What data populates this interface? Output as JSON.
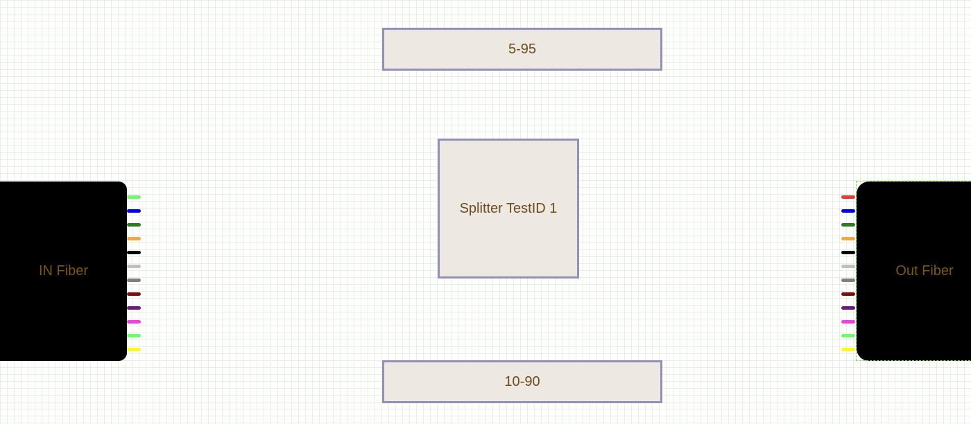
{
  "boxes": {
    "top_label": "5-95",
    "splitter_label": "Splitter TestID 1",
    "bottom_label": "10-90"
  },
  "fibers": {
    "in_label": "IN Fiber",
    "out_label": "Out Fiber",
    "in_strand_colors": [
      "#6dfa6d",
      "#0000ee",
      "#2e7a24",
      "#f0a848",
      "#000000",
      "#c0c0c0",
      "#808080",
      "#7a1010",
      "#6a1a7a",
      "#f040e0",
      "#6dfa6d",
      "#fafa20"
    ],
    "out_strand_colors": [
      "#e83a3a",
      "#0000ee",
      "#2e7a24",
      "#f0a848",
      "#000000",
      "#c0c0c0",
      "#808080",
      "#7a1010",
      "#6a1a7a",
      "#f040e0",
      "#6dfa6d",
      "#fafa20"
    ]
  }
}
